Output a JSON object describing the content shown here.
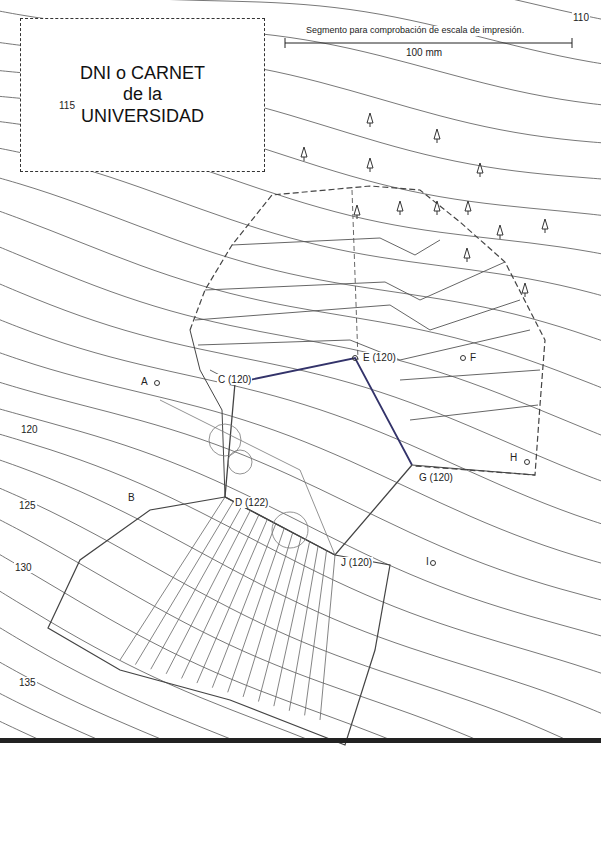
{
  "diagram": {
    "nodes": [
      {
        "text": [
          "DNI o CARNET de la UNIVERSIDAD"
        ]
      }
    ],
    "labels": [
      "Segmento para comprobación de escala de impresión.",
      "100 mm",
      "110",
      "115",
      "120",
      "125",
      "130",
      "135",
      "A",
      "B",
      "C (120)",
      "E (120)",
      "F",
      "G (120)",
      "H",
      "D (122)",
      "J (120)",
      "I"
    ]
  }
}
